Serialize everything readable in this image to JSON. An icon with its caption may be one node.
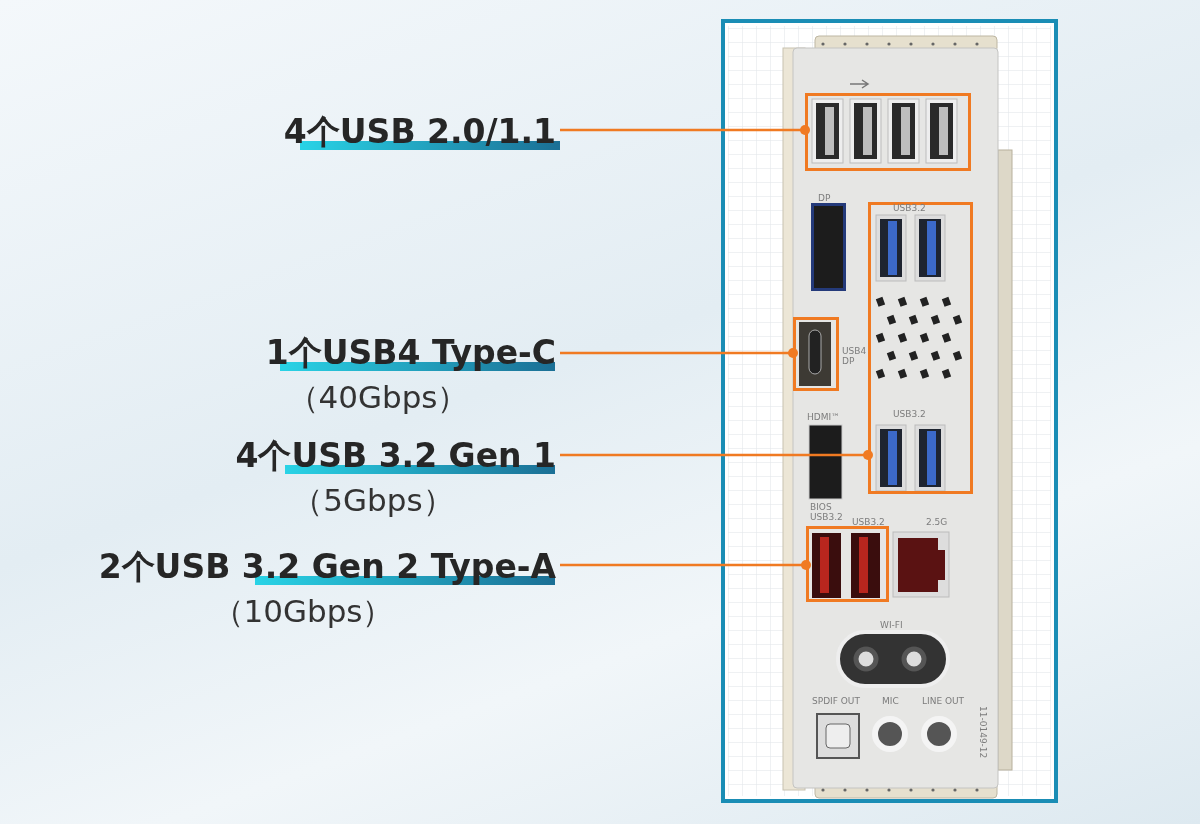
{
  "diagram": {
    "nodes": [
      {
        "text": [
          "4个USB 2.0/1.1"
        ]
      },
      {
        "text": [
          "1个USB4 Type-C",
          "（40Gbps）"
        ]
      },
      {
        "text": [
          "4个USB 3.2 Gen 1",
          "（5Gbps）"
        ]
      },
      {
        "text": [
          "2个USB 3.2 Gen 2 Type-A",
          "（10Gbps）"
        ]
      },
      {
        "text": [],
        "shape": "box"
      },
      {
        "text": [],
        "shape": "box"
      },
      {
        "text": [],
        "shape": "box"
      },
      {
        "text": [],
        "shape": "box"
      }
    ],
    "edges": [
      {
        "from": 0,
        "to": 4,
        "arrow": "other"
      },
      {
        "from": 1,
        "to": 5,
        "arrow": "other"
      },
      {
        "from": 2,
        "to": 6,
        "arrow": "other"
      },
      {
        "from": 3,
        "to": 7,
        "arrow": "other"
      }
    ],
    "labels": [
      "DP",
      "USB3.2",
      "USB4 DP",
      "HDMI™",
      "USB3.2",
      "BIOS USB3.2",
      "USB3.2",
      "2.5G",
      "WI-FI",
      "SPDIF OUT",
      "MIC",
      "LINE OUT",
      "11-0149-12"
    ]
  }
}
